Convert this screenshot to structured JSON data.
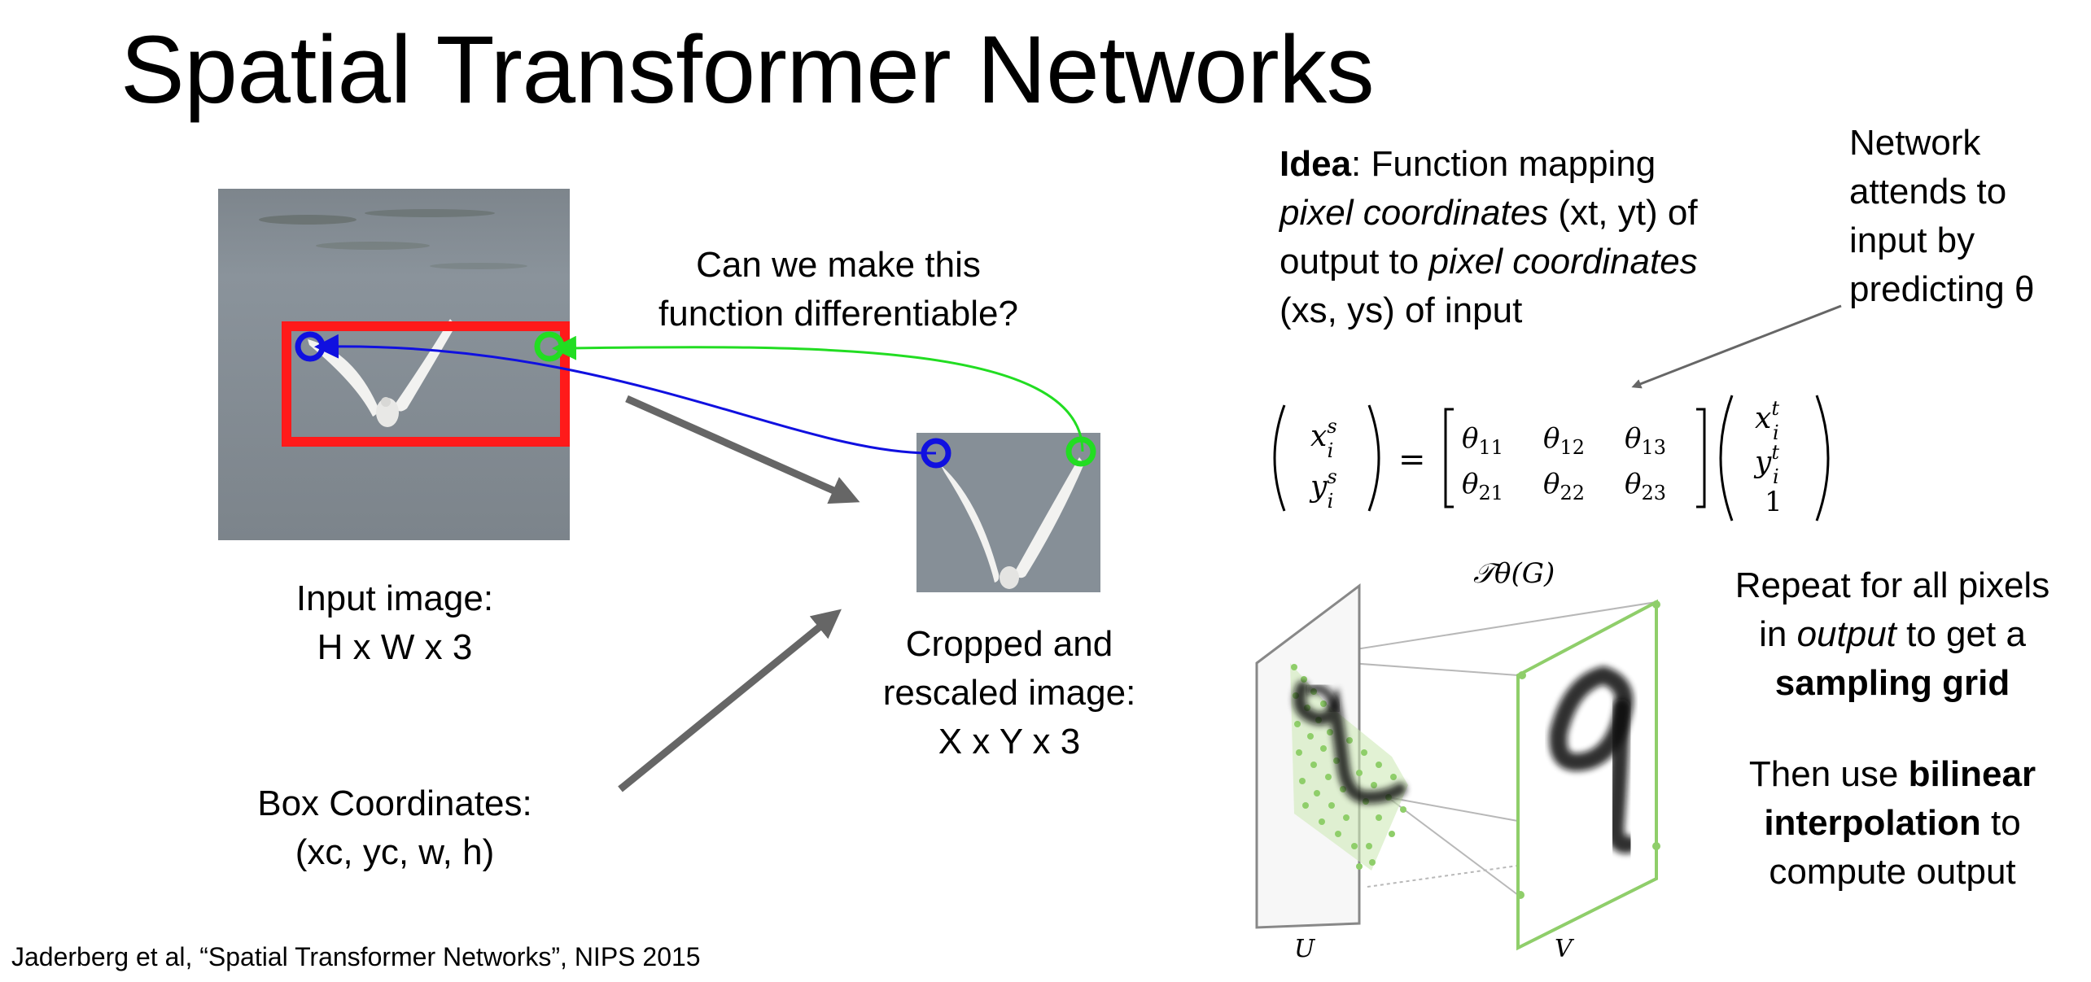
{
  "title": "Spatial Transformer Networks",
  "question": [
    "Can we make this",
    "function differentiable?"
  ],
  "input_caption": [
    "Input image:",
    "H x W x 3"
  ],
  "crop_caption": [
    "Cropped and",
    "rescaled image:",
    "X x Y x 3"
  ],
  "box_caption": [
    "Box Coordinates:",
    "(xc, yc, w, h)"
  ],
  "idea": {
    "label": "Idea",
    "line1_rest": ": Function mapping",
    "line2_em": "pixel coordinates",
    "line2_rest": " (xt, yt) of",
    "line3_pre": "output to ",
    "line3_em": "pixel coordinates",
    "line4": "(xs, ys) of input"
  },
  "network_note": [
    "Network",
    "attends to",
    "input by",
    "predicting θ"
  ],
  "repeat_note": {
    "line1": "Repeat for all pixels",
    "line2_pre": "in ",
    "line2_em": "output",
    "line2_post": " to get a",
    "line3_bold": "sampling grid"
  },
  "bilinear_note": {
    "line1_pre": "Then use ",
    "line1_bold": "bilinear",
    "line2_bold": "interpolation",
    "line2_post": " to",
    "line3": "compute output"
  },
  "equation": {
    "lhs": [
      "x_i^s",
      "y_i^s"
    ],
    "matrix": [
      [
        "θ11",
        "θ12",
        "θ13"
      ],
      [
        "θ21",
        "θ22",
        "θ23"
      ]
    ],
    "rhs": [
      "x_i^t",
      "y_i^t",
      "1"
    ]
  },
  "grid_figure": {
    "transform_label": "𝒯θ(G)",
    "left_plane_label": "U",
    "right_plane_label": "V"
  },
  "citation": "Jaderberg et al, “Spatial Transformer Networks”, NIPS 2015",
  "colors": {
    "box": "#ff1a1a",
    "blue_marker": "#1010e0",
    "green_marker": "#22dd22",
    "arrow_gray": "#666666",
    "grid_green": "#8fce6a"
  }
}
